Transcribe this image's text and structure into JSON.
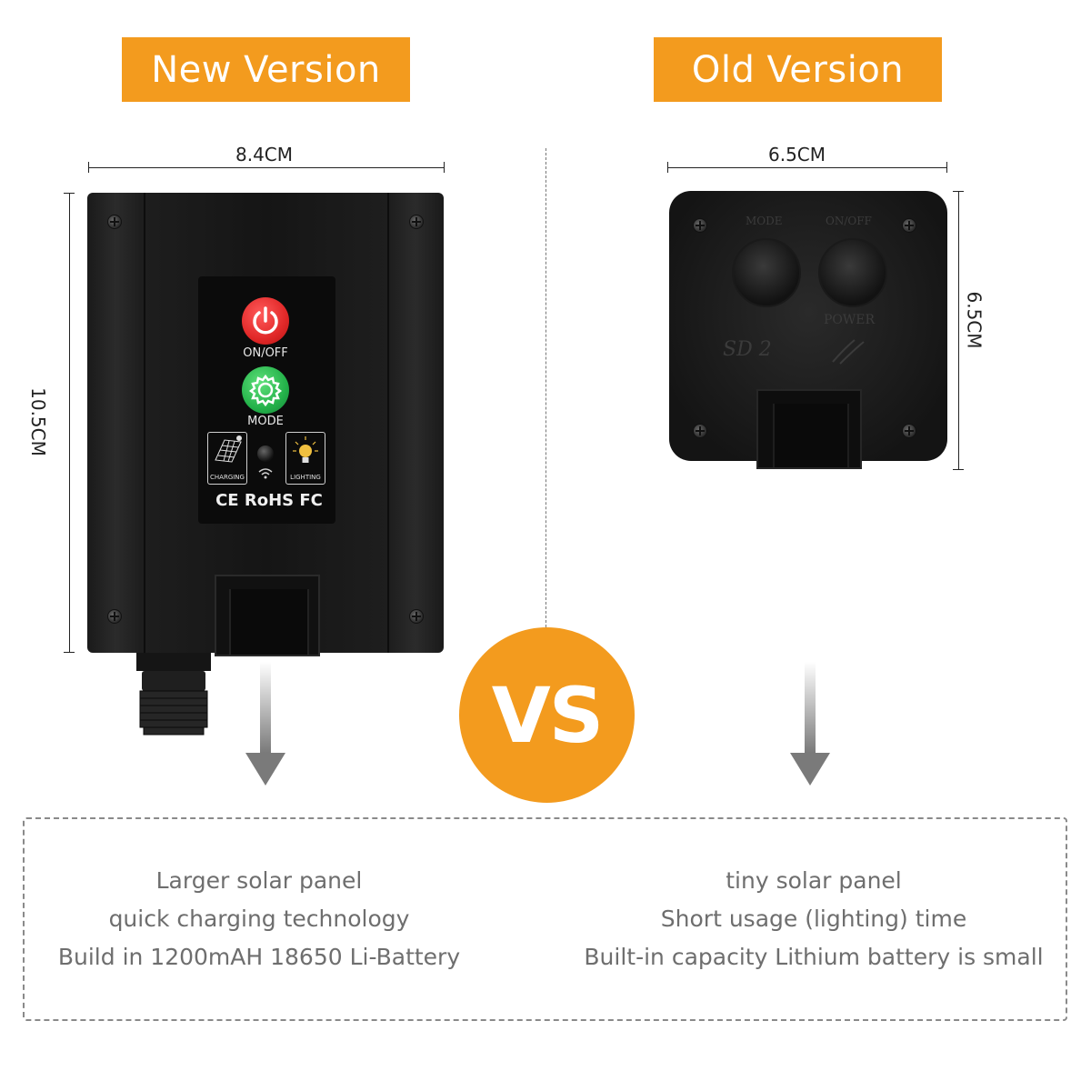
{
  "header": {
    "new_version_label": "New Version",
    "old_version_label": "Old Version"
  },
  "dimensions": {
    "new_width": "8.4CM",
    "new_height": "10.5CM",
    "old_width": "6.5CM",
    "old_height": "6.5CM"
  },
  "new_device": {
    "power_label": "ON/OFF",
    "mode_label": "MODE",
    "charging_label": "CHARGING",
    "lighting_label": "LIGHTING",
    "certifications": "CE RoHS FC"
  },
  "old_device": {
    "left_button_label": "MODE",
    "right_button_label": "ON/OFF",
    "power_label": "POWER",
    "model_label": "SD 2"
  },
  "vs_label": "VS",
  "features": {
    "new": [
      "Larger solar panel",
      "quick charging technology",
      "Build in 1200mAH 18650 Li-Battery"
    ],
    "old": [
      "tiny solar panel",
      "Short usage (lighting) time",
      "Built-in capacity Lithium battery is small"
    ]
  },
  "colors": {
    "accent": "#f39b1e",
    "text_gray": "#6e6e6e",
    "device_black": "#151515",
    "power_red": "#e12828",
    "mode_green": "#24b24a"
  }
}
